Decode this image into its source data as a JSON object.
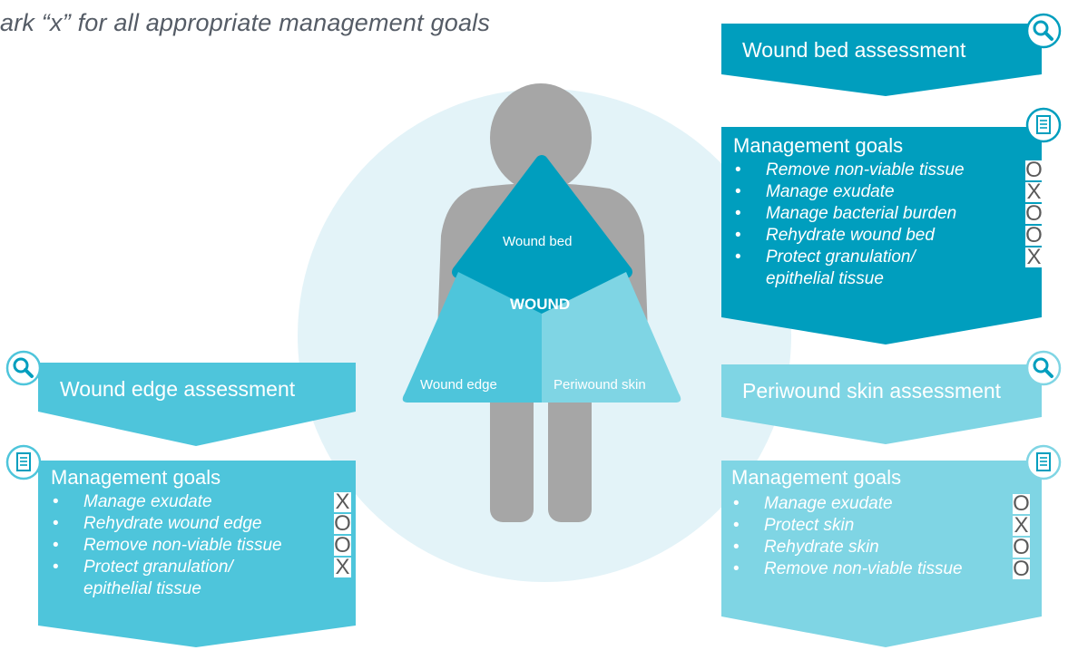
{
  "instruction": "ark “x” for all appropriate management goals",
  "colors": {
    "wound_bed": "#009ebe",
    "wound_edge": "#4ec5db",
    "periwound": "#7fd5e4",
    "circle": "#e3f3f8",
    "figure": "#a6a6a6"
  },
  "figure": {
    "wound_bed_label": "Wound bed",
    "wound_label": "WOUND",
    "wound_edge_label": "Wound edge",
    "periwound_label": "Periwound skin"
  },
  "wound_bed_panel": {
    "header": "Wound bed assessment",
    "goals_title": "Management goals",
    "goals": [
      {
        "text": "Remove non-viable tissue",
        "mark": "O"
      },
      {
        "text": "Manage exudate",
        "mark": "X"
      },
      {
        "text": "Manage bacterial burden",
        "mark": "O"
      },
      {
        "text": "Rehydrate wound bed",
        "mark": "O"
      },
      {
        "text": "Protect granulation/",
        "mark": "X"
      },
      {
        "text": "epithelial tissue"
      }
    ]
  },
  "wound_edge_panel": {
    "header": "Wound edge assessment",
    "goals_title": "Management goals",
    "goals": [
      {
        "text": "Manage exudate",
        "mark": "X"
      },
      {
        "text": "Rehydrate wound edge",
        "mark": "O"
      },
      {
        "text": "Remove non-viable tissue",
        "mark": "O"
      },
      {
        "text": "Protect granulation/",
        "mark": "X"
      },
      {
        "text": "epithelial tissue"
      }
    ]
  },
  "periwound_panel": {
    "header": "Periwound skin assessment",
    "goals_title": "Management goals",
    "goals": [
      {
        "text": "Manage exudate",
        "mark": "O"
      },
      {
        "text": "Protect skin",
        "mark": "X"
      },
      {
        "text": "Rehydrate skin",
        "mark": "O"
      },
      {
        "text": "Remove non-viable tissue",
        "mark": "O"
      }
    ]
  },
  "icons": {
    "assessment": "magnifier-icon",
    "goals": "checklist-icon"
  }
}
